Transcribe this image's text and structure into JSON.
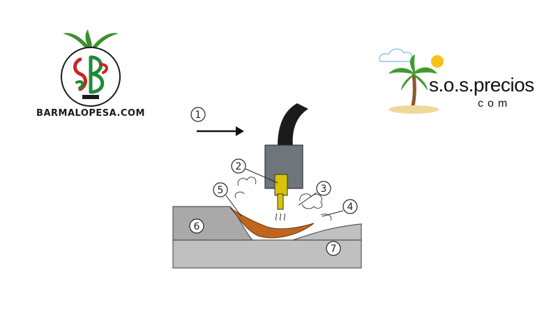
{
  "logos": {
    "left": {
      "brand_text": "BARMALOPESA.COM"
    },
    "right": {
      "name_text": "s.o.s.precios",
      "tld_text": "com"
    }
  },
  "diagram": {
    "callouts": [
      "1",
      "2",
      "3",
      "4",
      "5",
      "6",
      "7"
    ]
  },
  "colors": {
    "base_metal": "#c0c0c0",
    "base_metal_dark": "#a9a9a9",
    "weld_pool": "#c0651e",
    "torch_body": "#6f767b",
    "electrode": "#d8c20a",
    "cable": "#1b1b1b"
  }
}
